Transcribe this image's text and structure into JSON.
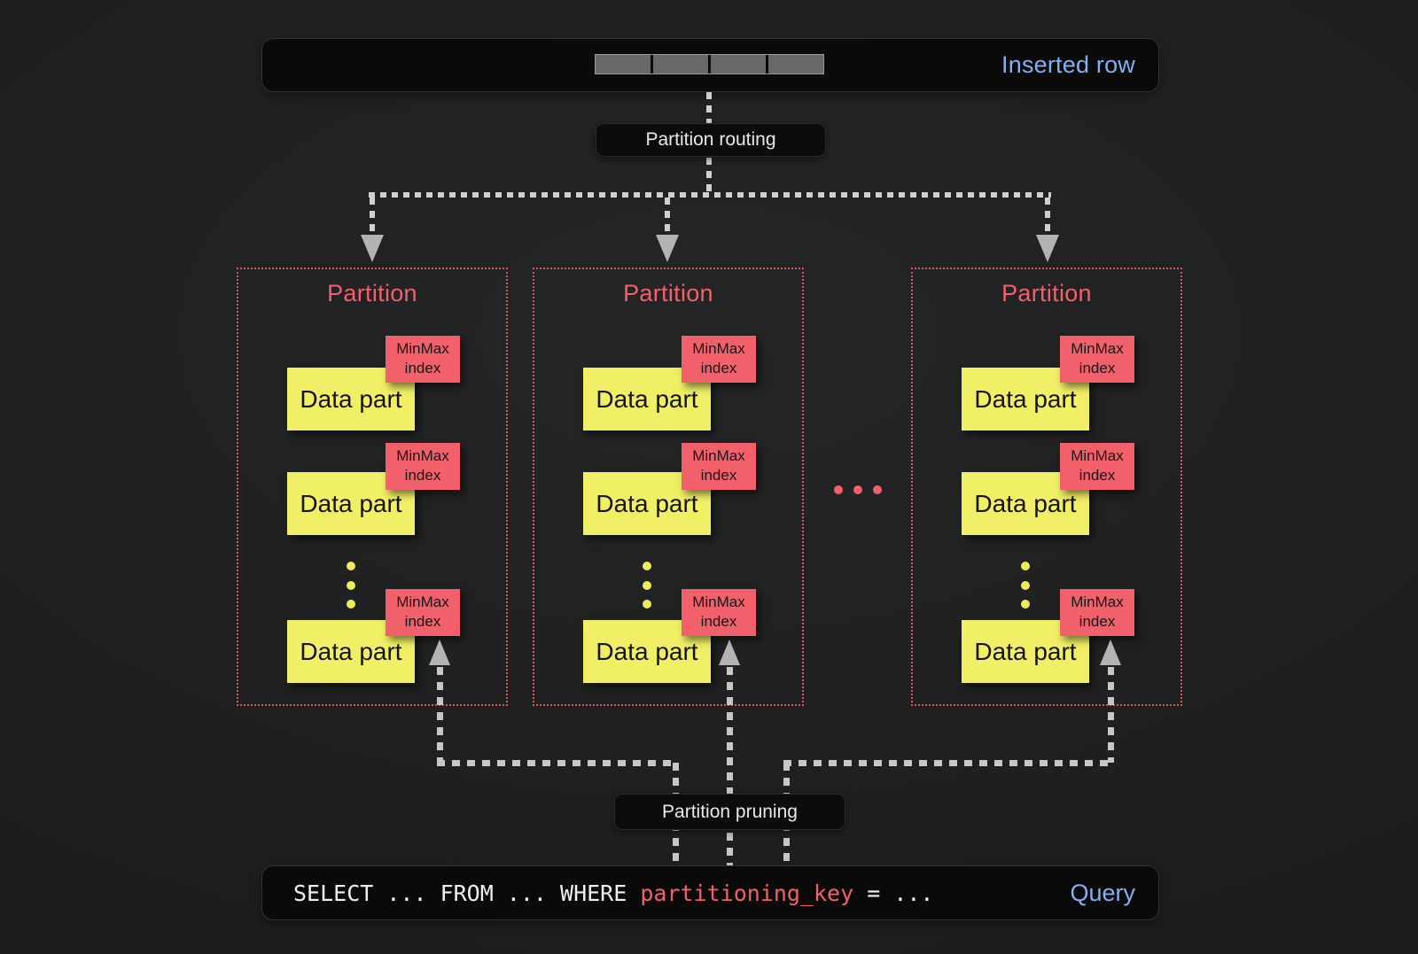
{
  "colors": {
    "accent-blue": "#84b0f0",
    "accent-pink": "#f2606b",
    "accent-yellow": "#f1ef65",
    "border-pink": "#da5560",
    "line-gray": "#d0d0d0",
    "arrow-gray": "#b3b3b3",
    "panel-black": "#0a0a0b"
  },
  "top_bar": {
    "label": "Inserted row",
    "segment_count": 4
  },
  "routing_pill": {
    "label": "Partition routing"
  },
  "pruning_pill": {
    "label": "Partition pruning"
  },
  "partitions": [
    {
      "title": "Partition",
      "parts": [
        {
          "label": "Data part",
          "tag": "MinMax index"
        },
        {
          "label": "Data part",
          "tag": "MinMax index"
        },
        {
          "label": "Data part",
          "tag": "MinMax index"
        }
      ]
    },
    {
      "title": "Partition",
      "parts": [
        {
          "label": "Data part",
          "tag": "MinMax index"
        },
        {
          "label": "Data part",
          "tag": "MinMax index"
        },
        {
          "label": "Data part",
          "tag": "MinMax index"
        }
      ]
    },
    {
      "title": "Partition",
      "parts": [
        {
          "label": "Data part",
          "tag": "MinMax index"
        },
        {
          "label": "Data part",
          "tag": "MinMax index"
        },
        {
          "label": "Data part",
          "tag": "MinMax index"
        }
      ]
    }
  ],
  "query_bar": {
    "code_before": "SELECT ... FROM ... WHERE ",
    "code_key": "partitioning_key",
    "code_after": " = ...",
    "label": "Query"
  }
}
